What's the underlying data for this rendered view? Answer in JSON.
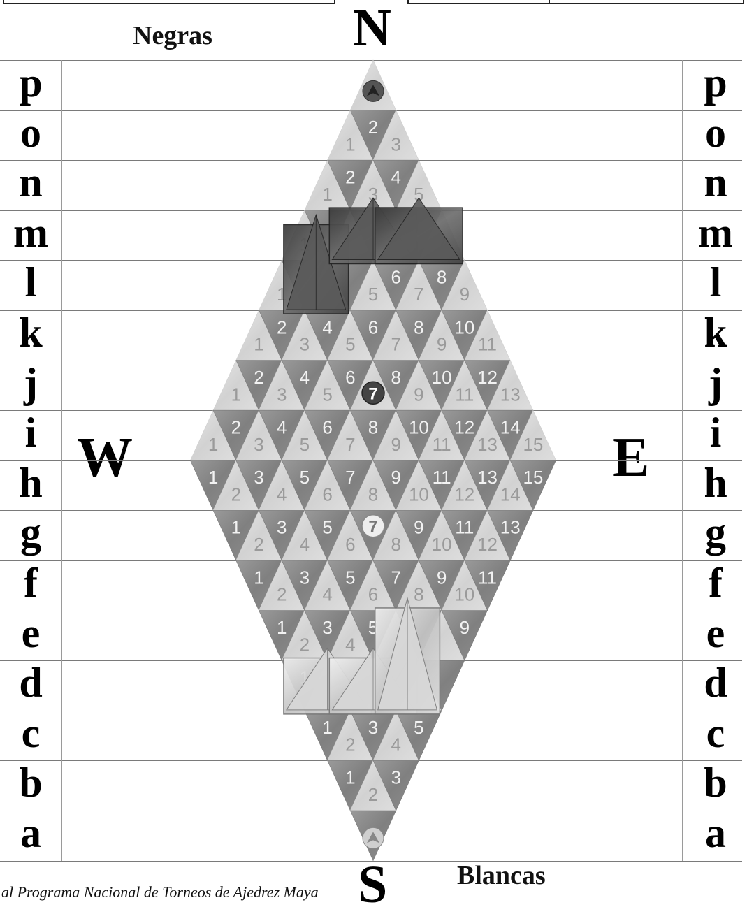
{
  "header": {
    "black_label": "Negras"
  },
  "compass": {
    "north": "N",
    "south": "S",
    "west": "W",
    "east": "E"
  },
  "footer": {
    "white_label": "Blancas",
    "caption": "al Programa Nacional de Torneos de Ajedrez Maya"
  },
  "rows": [
    "p",
    "o",
    "n",
    "m",
    "l",
    "k",
    "j",
    "i",
    "h",
    "g",
    "f",
    "e",
    "d",
    "c",
    "b",
    "a"
  ],
  "board": {
    "row_counts": [
      1,
      3,
      5,
      7,
      9,
      11,
      13,
      15,
      15,
      13,
      11,
      9,
      7,
      5,
      3,
      1
    ],
    "hidden_cells": [
      "m-2",
      "m-3",
      "m-4",
      "m-5",
      "m-6",
      "l-2",
      "l-3",
      "l-4",
      "d-2",
      "d-3",
      "d-4",
      "d-5",
      "d-6",
      "d-7",
      "e-6",
      "e-7",
      "e-8"
    ],
    "special_cells": [
      {
        "cell": "j-7",
        "label": "7"
      },
      {
        "cell": "g-7",
        "label": "7"
      }
    ],
    "apex_markers": [
      "north-arrow",
      "south-arrow"
    ],
    "colors": {
      "light_cell": "#dcdcdc",
      "dark_cell": "#8a8a8a",
      "light_text": "#9a9a9a",
      "dark_text": "#f2f2f2"
    }
  },
  "pieces": {
    "black": [
      {
        "type": "pyramid",
        "cells": [
          "m-1",
          "l-2",
          "l-3"
        ]
      },
      {
        "type": "pyramid",
        "cells": [
          "m-3",
          "m-4",
          "m-5"
        ]
      },
      {
        "type": "pyramid",
        "cells": [
          "m-5",
          "m-6",
          "m-7"
        ]
      }
    ],
    "white": [
      {
        "type": "pyramid",
        "cells": [
          "d-1",
          "d-2",
          "d-3"
        ]
      },
      {
        "type": "pyramid",
        "cells": [
          "d-3",
          "d-4",
          "d-5"
        ]
      },
      {
        "type": "pyramid",
        "cells": [
          "e-6",
          "e-7",
          "d-6"
        ]
      }
    ]
  }
}
